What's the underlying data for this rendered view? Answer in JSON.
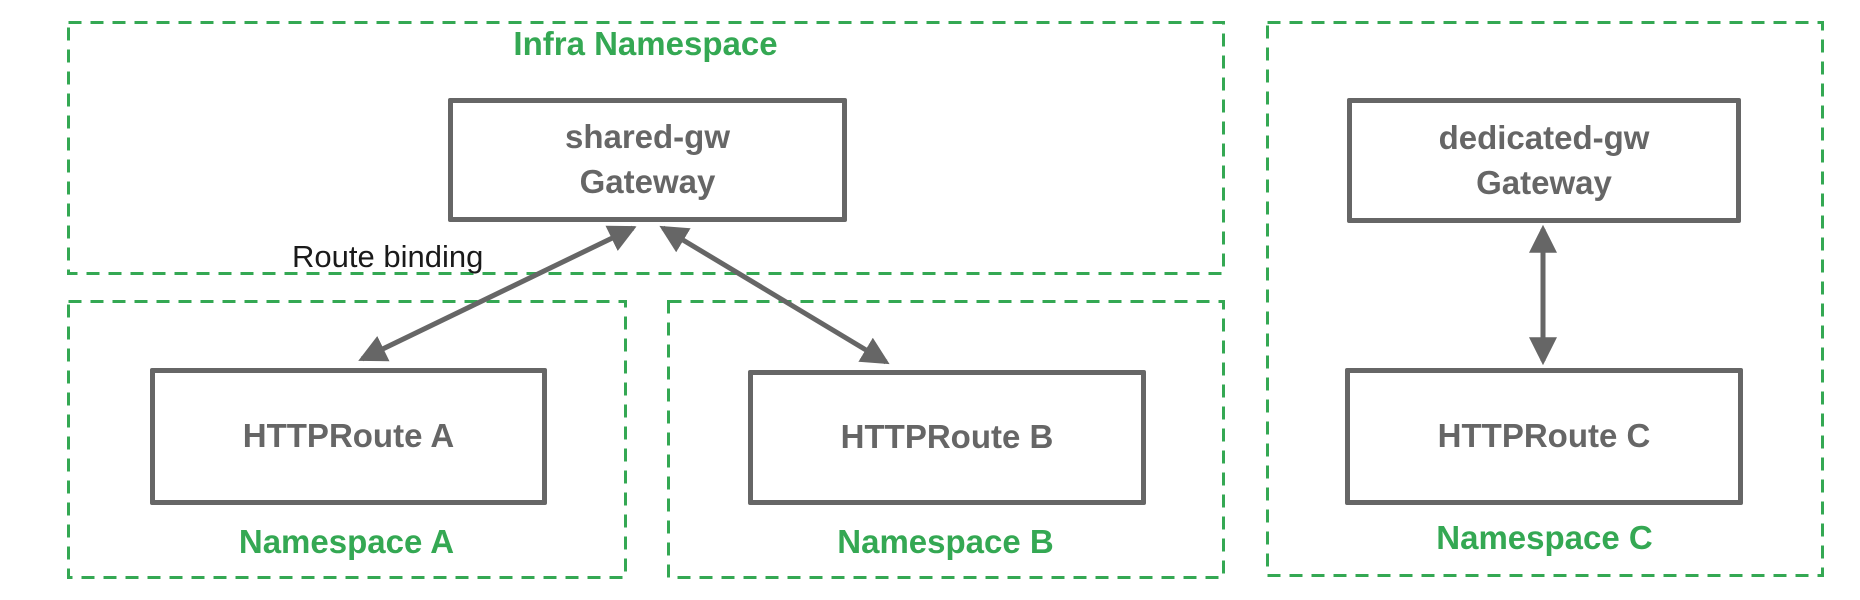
{
  "diagram": {
    "background": "#ffffff",
    "colors": {
      "namespace_green": "#34A853",
      "node_gray": "#666666",
      "arrow_gray": "#666666",
      "edge_label_black": "#1a1a1a"
    },
    "namespaces": [
      {
        "id": "infra",
        "label": "Infra Namespace",
        "label_position": "top"
      },
      {
        "id": "namespace-a",
        "label": "Namespace A",
        "label_position": "bottom"
      },
      {
        "id": "namespace-b",
        "label": "Namespace B",
        "label_position": "bottom"
      },
      {
        "id": "namespace-c",
        "label": "Namespace C",
        "label_position": "bottom"
      }
    ],
    "nodes": [
      {
        "id": "shared-gw",
        "label": "shared-gw\nGateway",
        "namespace": "infra"
      },
      {
        "id": "httproute-a",
        "label": "HTTPRoute A",
        "namespace": "namespace-a"
      },
      {
        "id": "httproute-b",
        "label": "HTTPRoute B",
        "namespace": "namespace-b"
      },
      {
        "id": "dedicated-gw",
        "label": "dedicated-gw\nGateway",
        "namespace": "namespace-c"
      },
      {
        "id": "httproute-c",
        "label": "HTTPRoute C",
        "namespace": "namespace-c"
      }
    ],
    "edges": [
      {
        "from": "httproute-a",
        "to": "shared-gw",
        "style": "double-arrow",
        "label": "Route binding"
      },
      {
        "from": "httproute-b",
        "to": "shared-gw",
        "style": "double-arrow",
        "label": ""
      },
      {
        "from": "httproute-c",
        "to": "dedicated-gw",
        "style": "double-arrow",
        "label": ""
      }
    ]
  }
}
